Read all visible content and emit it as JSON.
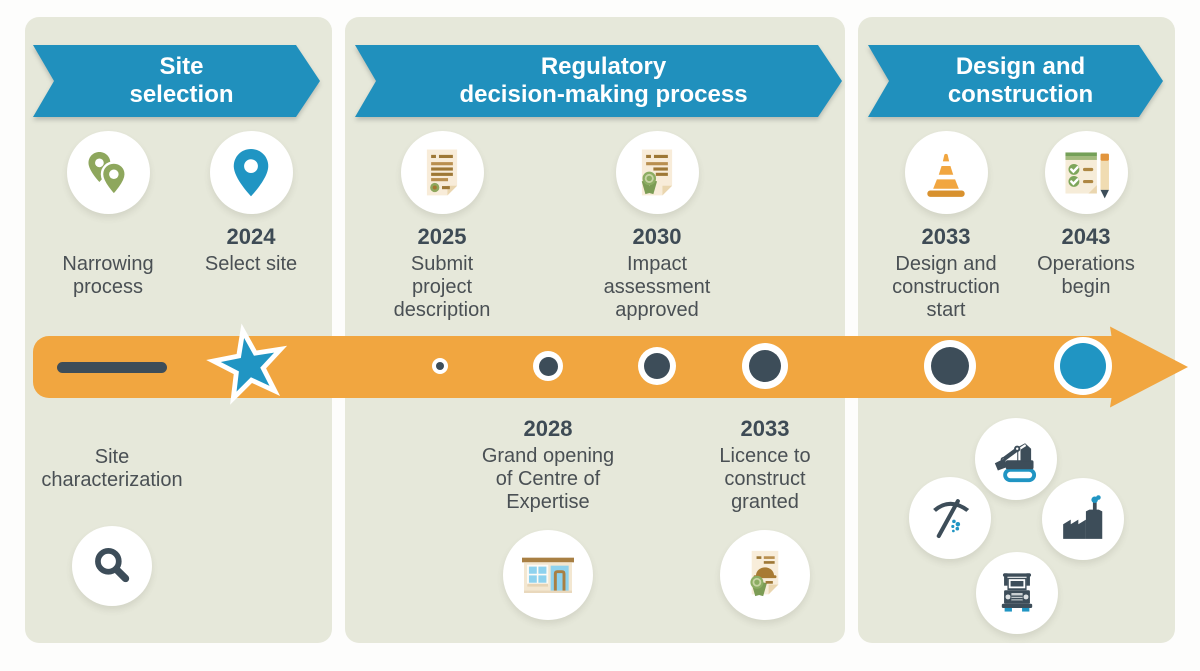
{
  "colors": {
    "banner_blue": "#2090BD",
    "accent_blue": "#2095C3",
    "timeline_orange": "#F1A640",
    "dark_slate": "#3D4D59",
    "olive_green": "#8EA75D",
    "panel_background": "#E6E8DA",
    "year_text": "#3E4B55",
    "label_text": "#4A5054"
  },
  "phases": [
    {
      "title": "Site\nselection",
      "top": [
        {
          "year": "",
          "label": "Narrowing\nprocess",
          "icon": "map-pins-icon"
        },
        {
          "year": "2024",
          "label": "Select site",
          "icon": "map-pin-icon"
        }
      ],
      "bottom": [
        {
          "year": "",
          "label": "Site\ncharacterization",
          "icon": "magnifier-icon"
        }
      ]
    },
    {
      "title": "Regulatory\ndecision-making process",
      "top": [
        {
          "year": "2025",
          "label": "Submit\nproject\ndescription",
          "icon": "document-icon"
        },
        {
          "year": "2030",
          "label": "Impact\nassessment\napproved",
          "icon": "document-seal-icon"
        }
      ],
      "bottom": [
        {
          "year": "2028",
          "label": "Grand opening\nof Centre of\nExpertise",
          "icon": "storefront-icon"
        },
        {
          "year": "2033",
          "label": "Licence to\nconstruct\ngranted",
          "icon": "licence-icon"
        }
      ]
    },
    {
      "title": "Design and\nconstruction",
      "top": [
        {
          "year": "2033",
          "label": "Design and\nconstruction\nstart",
          "icon": "traffic-cone-icon"
        },
        {
          "year": "2043",
          "label": "Operations\nbegin",
          "icon": "checklist-icon"
        }
      ],
      "bottom_icons": [
        "excavator-icon",
        "pickaxe-icon",
        "factory-icon",
        "truck-icon"
      ]
    }
  ],
  "timeline": {
    "markers": [
      "start-line-segment",
      "star-marker",
      "dot-small",
      "dot-medium",
      "dot-large",
      "dot-xlarge",
      "dot-dark-big",
      "dot-blue-big",
      "arrowhead"
    ]
  }
}
